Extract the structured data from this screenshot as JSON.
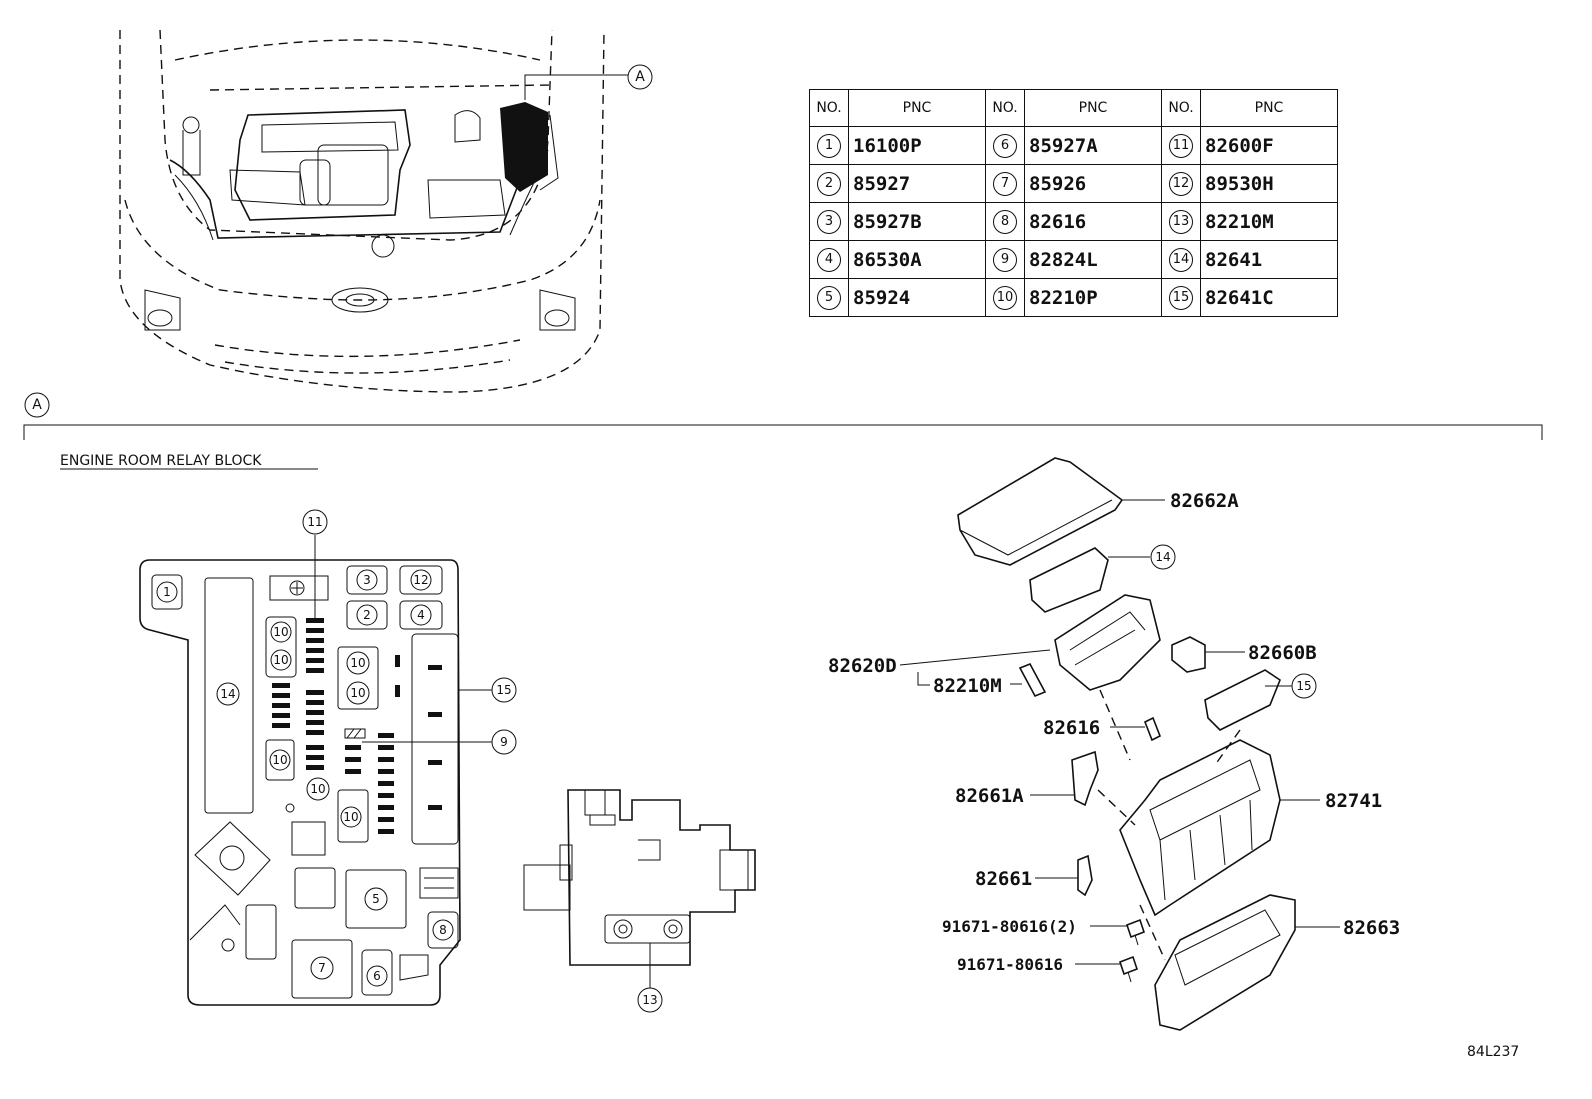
{
  "marker_a_top": "A",
  "marker_a_section": "A",
  "section_title": "ENGINE ROOM RELAY BLOCK",
  "table": {
    "header": {
      "no": "NO.",
      "pnc": "PNC"
    },
    "rows": [
      [
        {
          "no": "1",
          "pnc": "16100P"
        },
        {
          "no": "6",
          "pnc": "85927A"
        },
        {
          "no": "11",
          "pnc": "82600F"
        }
      ],
      [
        {
          "no": "2",
          "pnc": "85927"
        },
        {
          "no": "7",
          "pnc": "85926"
        },
        {
          "no": "12",
          "pnc": "89530H"
        }
      ],
      [
        {
          "no": "3",
          "pnc": "85927B"
        },
        {
          "no": "8",
          "pnc": "82616"
        },
        {
          "no": "13",
          "pnc": "82210M"
        }
      ],
      [
        {
          "no": "4",
          "pnc": "86530A"
        },
        {
          "no": "9",
          "pnc": "82824L"
        },
        {
          "no": "14",
          "pnc": "82641"
        }
      ],
      [
        {
          "no": "5",
          "pnc": "85924"
        },
        {
          "no": "10",
          "pnc": "82210P"
        },
        {
          "no": "15",
          "pnc": "82641C"
        }
      ]
    ]
  },
  "relay_block_callouts": {
    "c1": "1",
    "c2": "2",
    "c3": "3",
    "c4": "4",
    "c5": "5",
    "c6": "6",
    "c7": "7",
    "c8": "8",
    "c9": "9",
    "c10": "10",
    "c11": "11",
    "c12": "12",
    "c13": "13",
    "c14": "14",
    "c15": "15"
  },
  "exploded_labels": {
    "p82662A": "82662A",
    "c14": "14",
    "p82620D": "82620D",
    "p82210M": "82210M",
    "p82660B": "82660B",
    "c15": "15",
    "p82616": "82616",
    "p82661A": "82661A",
    "p82741": "82741",
    "p82661": "82661",
    "p91671_2": "91671-80616(2)",
    "p91671": "91671-80616",
    "p82663": "82663"
  },
  "figure_code": "84L237"
}
